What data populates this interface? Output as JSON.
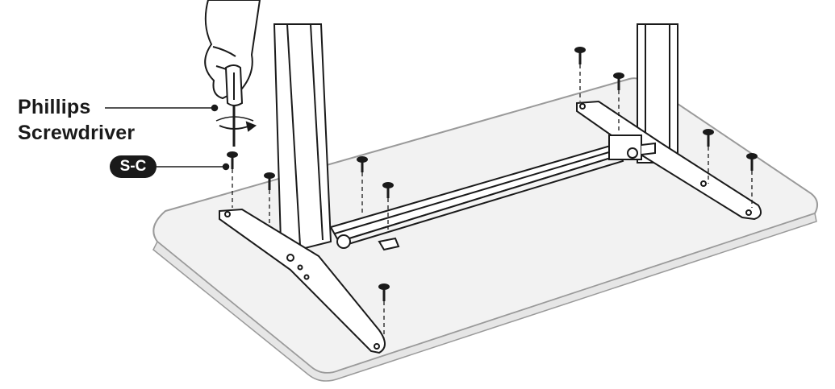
{
  "labels": {
    "tool_line1": "Phillips",
    "tool_line2": "Screwdriver",
    "screw_code": "S-C"
  },
  "colors": {
    "ink": "#1a1a1a",
    "tabletop_fill": "#f2f2f2",
    "tabletop_edge": "#9a9a9a",
    "white": "#ffffff"
  }
}
